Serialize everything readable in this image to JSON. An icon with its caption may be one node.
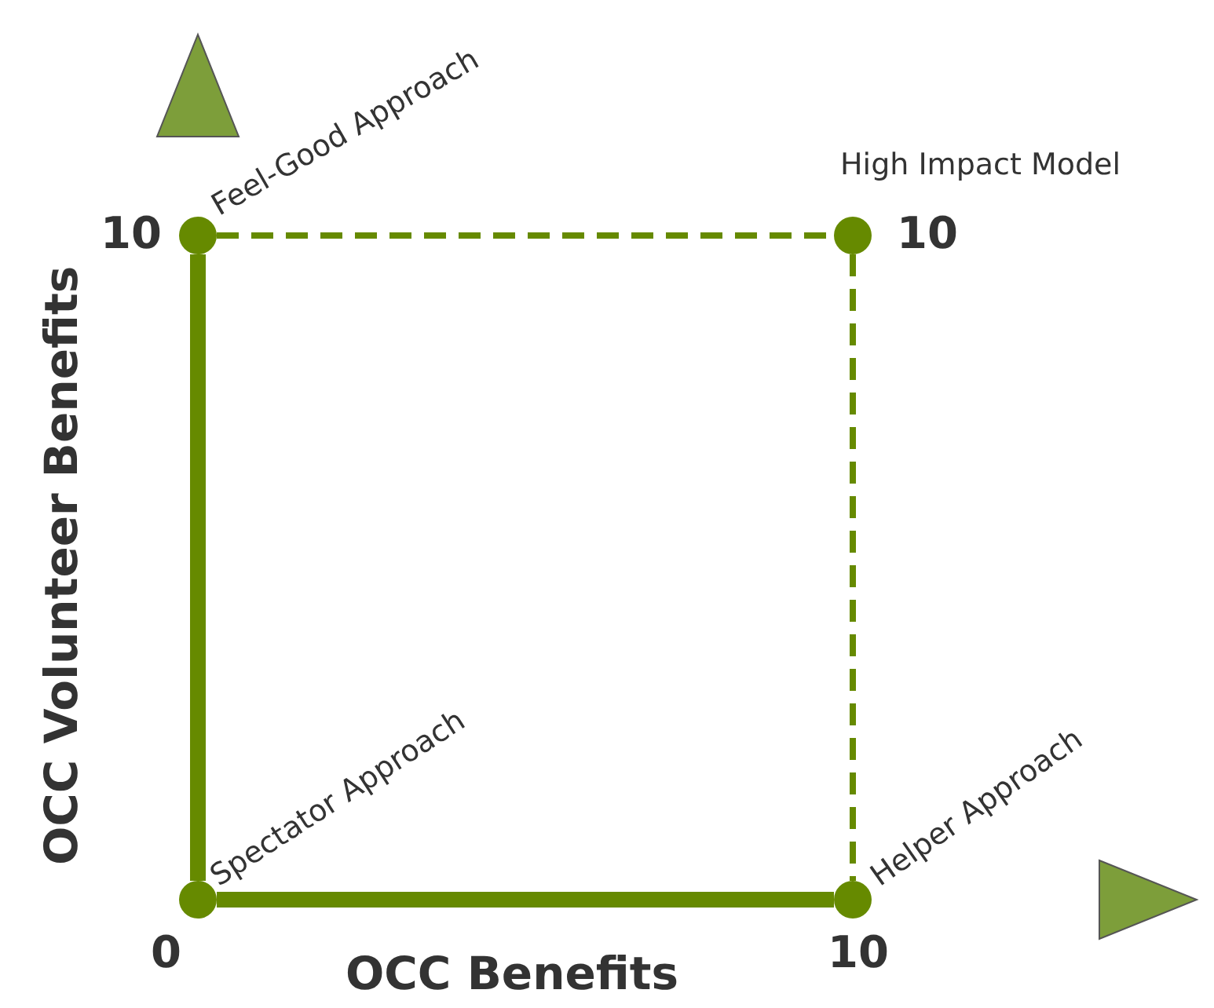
{
  "diagram": {
    "nodes": [
      {
        "text": [
          "Feel-Good Approach"
        ]
      },
      {
        "text": [
          "High Impact Model"
        ]
      },
      {
        "text": [
          "Spectator Approach"
        ]
      },
      {
        "text": [
          "Helper Approach"
        ]
      }
    ],
    "edges": [
      {
        "from": 2,
        "to": 0,
        "arrow": "none",
        "style": "thick"
      },
      {
        "from": 2,
        "to": 3,
        "arrow": "none",
        "style": "thick"
      },
      {
        "from": 0,
        "to": 1,
        "arrow": "none",
        "style": "dashed"
      },
      {
        "from": 1,
        "to": 3,
        "arrow": "none",
        "style": "dashed"
      }
    ],
    "labels": [
      "10",
      "10",
      "OCC Volunteer Benefits",
      "0",
      "10",
      "OCC Benefits"
    ]
  }
}
